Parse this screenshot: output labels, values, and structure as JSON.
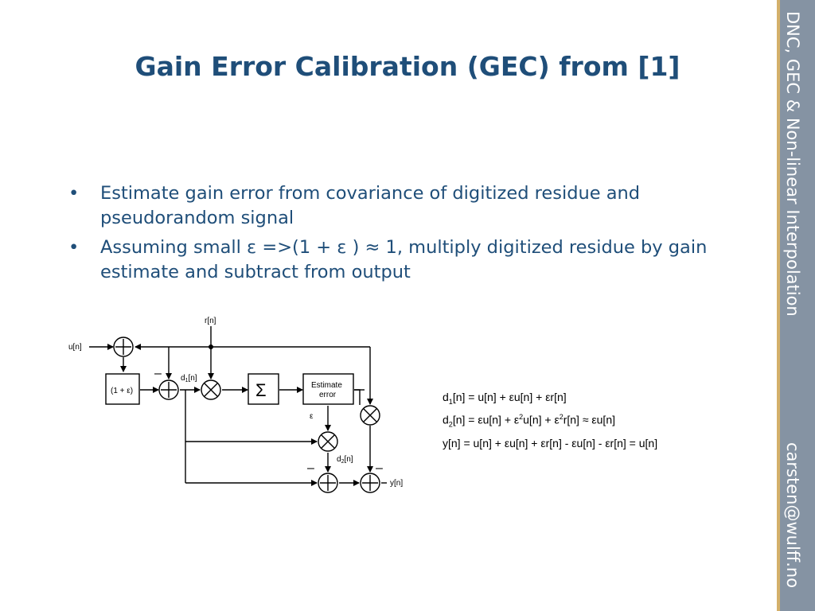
{
  "slide": {
    "title": "Gain Error Calibration (GEC) from [1]",
    "bullets": [
      "Estimate gain error from covariance of digitized residue and pseudorandom signal",
      "Assuming small ε =>(1 + ε ) ≈ 1, multiply digitized residue by gain estimate and subtract from output"
    ],
    "bullet_symbol": "•"
  },
  "sidebar": {
    "title": "DNC, GEC & Non-linear Interpolation",
    "email": "carsten@wulff.no",
    "color": "#8593a3",
    "stripe_color": "#d4b06a"
  },
  "diagram": {
    "labels": {
      "r": "r[n]",
      "u": "u[n]",
      "gain_block": "(1 + ε)",
      "d1_main": "d",
      "d1_sub": "1",
      "d1_tail": "[n]",
      "sigma": "Σ",
      "estimate_line1": "Estimate",
      "estimate_line2": "error",
      "epsilon": "ε",
      "d2_main": "d",
      "d2_sub": "2",
      "d2_tail": "[n]",
      "y": "y[n]",
      "minus": "–"
    }
  },
  "equations": {
    "eq1": {
      "a": "d",
      "a_sub": "1",
      "rest": "[n] = u[n] + εu[n] + εr[n]"
    },
    "eq2": {
      "a": "d",
      "a_sub": "2",
      "p1": "[n] = εu[n] + ε",
      "sup1": "2",
      "p2": "u[n] + ε",
      "sup2": "2",
      "p3": "r[n] ≈ εu[n]"
    },
    "eq3": "y[n]   = u[n]  + εu[n]  + εr[n] - εu[n] - εr[n]  = u[n]"
  },
  "colors": {
    "title": "#1f4e79",
    "body_text": "#1f4e79"
  }
}
